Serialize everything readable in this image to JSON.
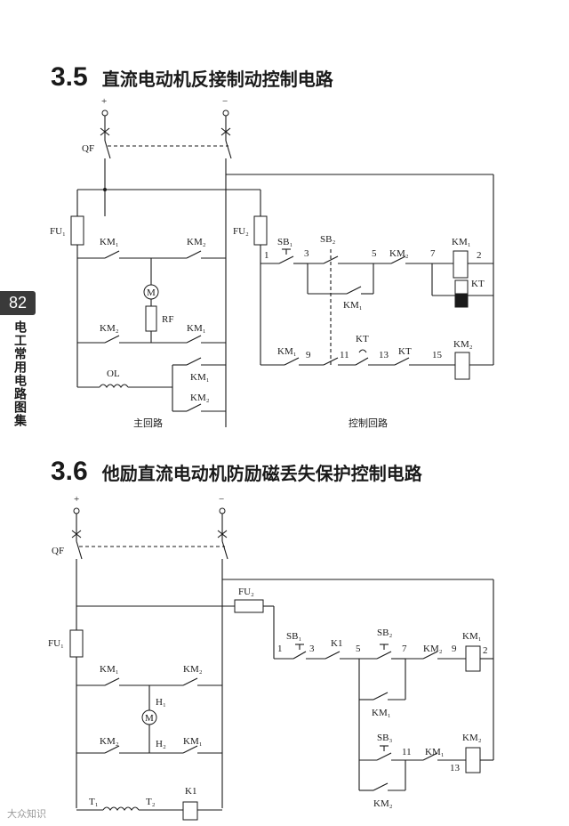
{
  "page_number": "82",
  "book_title": "电工常用电路图集",
  "watermark": "大众知识",
  "section_1": {
    "number": "3.5",
    "title": "直流电动机反接制动控制电路",
    "main_circuit_label": "主回路",
    "control_circuit_label": "控制回路",
    "labels": {
      "plus": "+",
      "minus": "−",
      "qf": "QF",
      "fu1": "FU₁",
      "fu2": "FU₂",
      "km1": "KM₁",
      "km2": "KM₂",
      "motor": "M",
      "rf": "RF",
      "ol": "OL",
      "sb1": "SB₁",
      "sb2": "SB₂",
      "kt": "KT",
      "n1": "1",
      "n2": "2",
      "n3": "3",
      "n5": "5",
      "n7": "7",
      "n9": "9",
      "n11": "11",
      "n13": "13",
      "n15": "15"
    }
  },
  "section_2": {
    "number": "3.6",
    "title": "他励直流电动机防励磁丢失保护控制电路",
    "labels": {
      "plus": "+",
      "minus": "−",
      "qf": "QF",
      "fu1": "FU₁",
      "fu2": "FU₂",
      "km1": "KM₁",
      "km2": "KM₂",
      "motor": "M",
      "h1": "H₁",
      "h2": "H₂",
      "t1": "T₁",
      "t2": "T₂",
      "k1": "K1",
      "sb1": "SB₁",
      "sb2": "SB₂",
      "sb3": "SB₃",
      "n1": "1",
      "n2": "2",
      "n3": "3",
      "n5": "5",
      "n7": "7",
      "n9": "9",
      "n11": "11",
      "n13": "13"
    }
  }
}
